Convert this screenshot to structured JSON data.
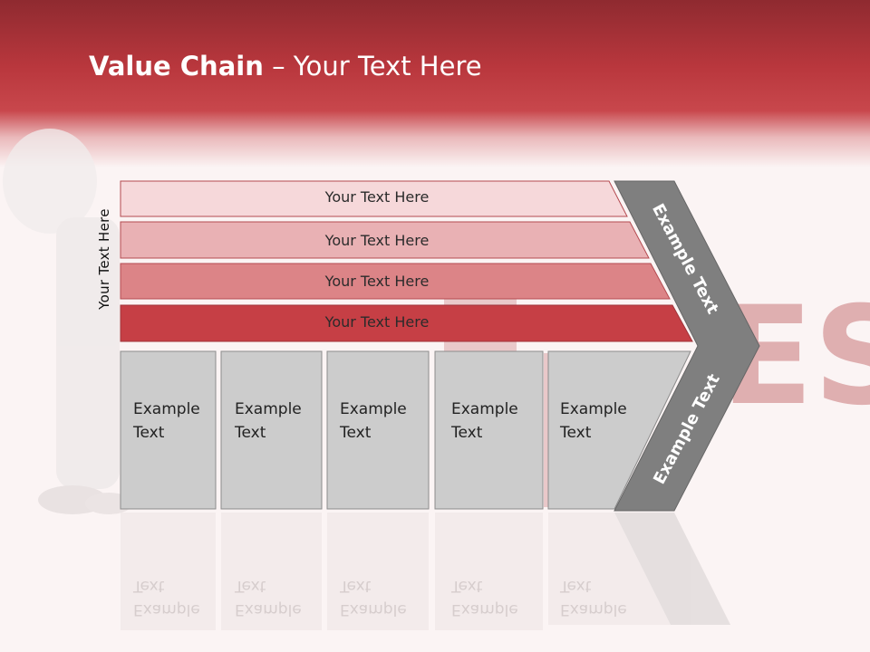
{
  "slide": {
    "title_bold": "Value Chain",
    "title_rest": " – Your Text Here",
    "side_label": "Your Text Here",
    "bars": [
      {
        "label": "Your Text Here",
        "color": "#f6d8da"
      },
      {
        "label": "Your Text Here",
        "color": "#e9b1b4"
      },
      {
        "label": "Your Text Here",
        "color": "#dc8487"
      },
      {
        "label": "Your Text Here",
        "color": "#c63f45"
      }
    ],
    "boxes": [
      {
        "line1": "Example",
        "line2": "Text"
      },
      {
        "line1": "Example",
        "line2": "Text"
      },
      {
        "line1": "Example",
        "line2": "Text"
      },
      {
        "line1": "Example",
        "line2": "Text"
      },
      {
        "line1": "Example",
        "line2": "Text"
      }
    ],
    "chevron": {
      "upper_label": "Example Text",
      "lower_label": "Example Text",
      "color": "#7f7f7f"
    },
    "background_word": "ES",
    "colors": {
      "header": "#b9373d",
      "box_fill": "#cccccc",
      "background": "#fbf4f4"
    }
  }
}
